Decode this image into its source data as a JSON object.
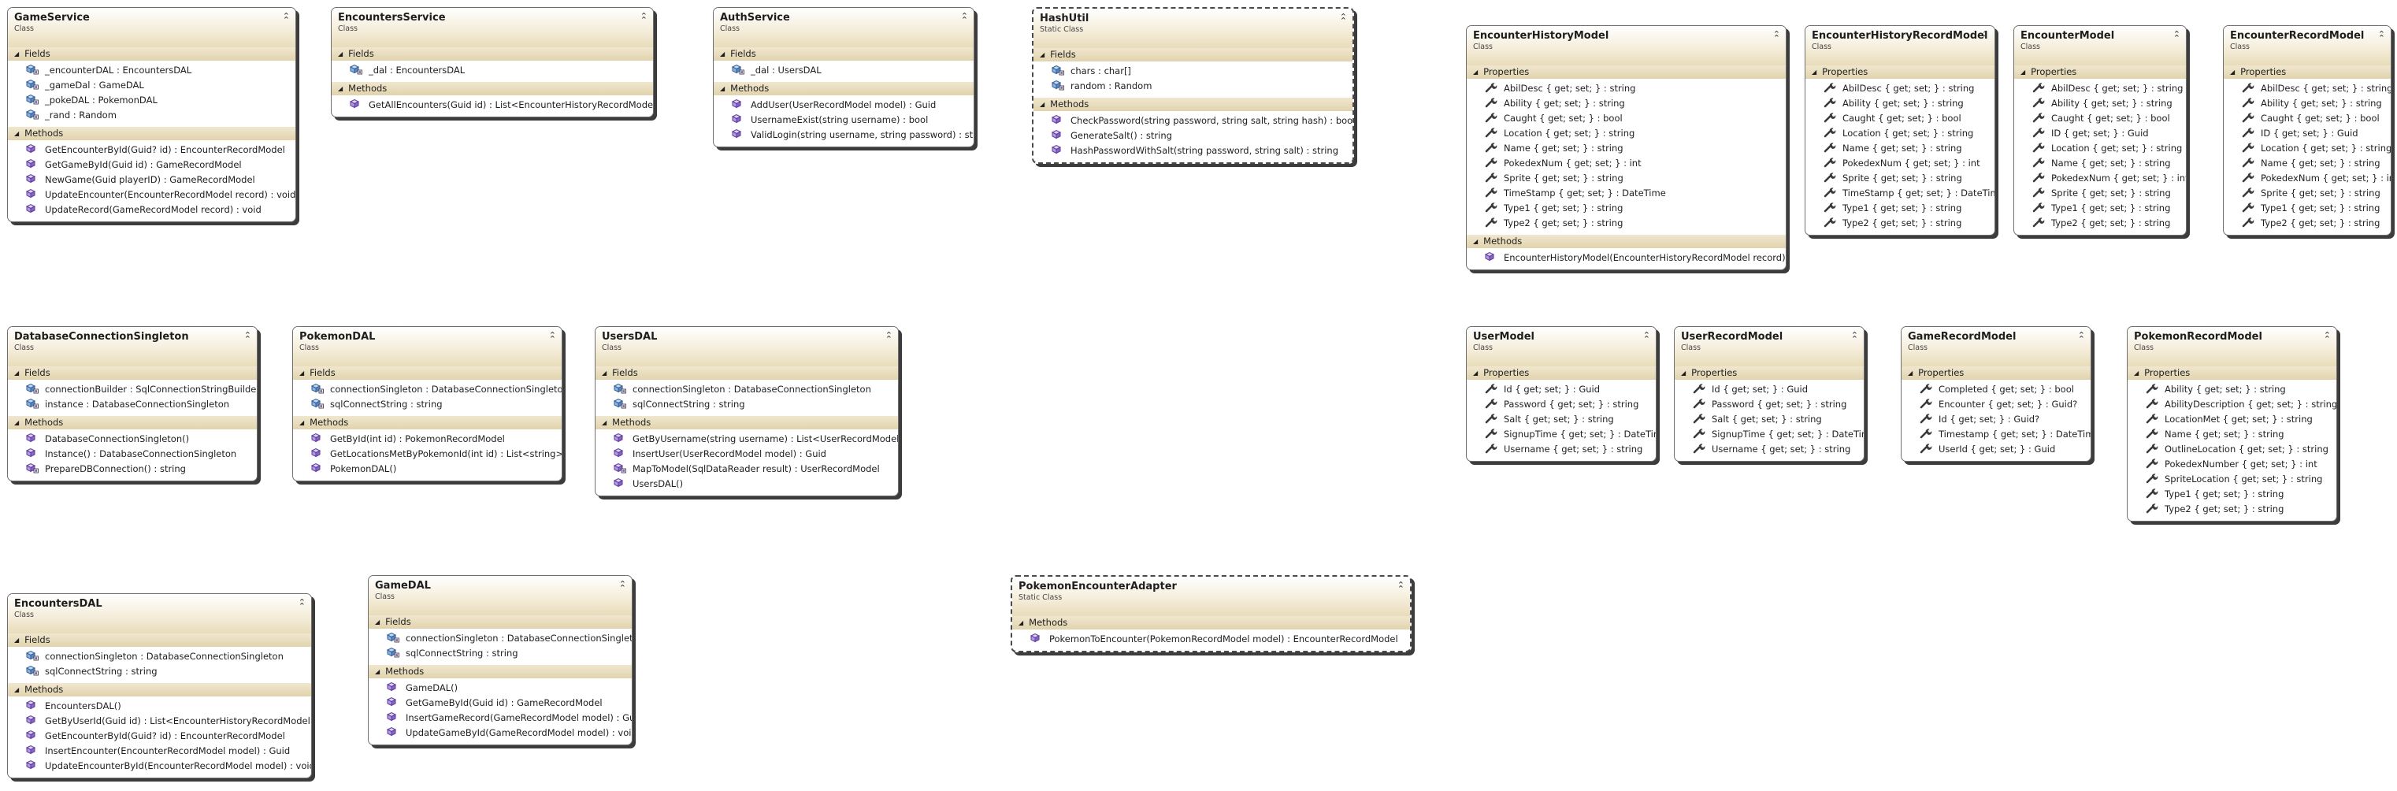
{
  "section_labels": {
    "fields": "Fields",
    "methods": "Methods",
    "properties": "Properties"
  },
  "classes": [
    {
      "name": "GameService",
      "kind": "Class",
      "fields": [
        "_encounterDAL : EncountersDAL",
        "_gameDal : GameDAL",
        "_pokeDAL : PokemonDAL",
        "_rand : Random"
      ],
      "methods": [
        "GetEncounterById(Guid? id) : EncounterRecordModel",
        "GetGameById(Guid id) : GameRecordModel",
        "NewGame(Guid playerID) : GameRecordModel",
        "UpdateEncounter(EncounterRecordModel record) : void",
        "UpdateRecord(GameRecordModel record) : void"
      ]
    },
    {
      "name": "EncountersService",
      "kind": "Class",
      "fields": [
        "_dal : EncountersDAL"
      ],
      "methods": [
        "GetAllEncounters(Guid id) : List<EncounterHistoryRecordModel>"
      ]
    },
    {
      "name": "AuthService",
      "kind": "Class",
      "fields": [
        "_dal : UsersDAL"
      ],
      "methods": [
        "AddUser(UserRecordModel model) : Guid",
        "UsernameExist(string username) : bool",
        "ValidLogin(string username, string password) : string"
      ]
    },
    {
      "name": "HashUtil",
      "kind": "Static Class",
      "fields": [
        "chars : char[]",
        "random : Random"
      ],
      "methods": [
        "CheckPassword(string password, string salt, string hash) : bool",
        "GenerateSalt() : string",
        "HashPasswordWithSalt(string password, string salt) : string"
      ]
    },
    {
      "name": "EncounterHistoryModel",
      "kind": "Class",
      "properties": [
        "AbilDesc { get; set; } : string",
        "Ability { get; set; } : string",
        "Caught { get; set; } : bool",
        "Location { get; set; } : string",
        "Name { get; set; } : string",
        "PokedexNum { get; set; } : int",
        "Sprite { get; set; } : string",
        "TimeStamp { get; set; } : DateTime",
        "Type1 { get; set; } : string",
        "Type2 { get; set; } : string"
      ],
      "methods": [
        "EncounterHistoryModel(EncounterHistoryRecordModel record)"
      ]
    },
    {
      "name": "EncounterHistoryRecordModel",
      "kind": "Class",
      "properties": [
        "AbilDesc { get; set; } : string",
        "Ability { get; set; } : string",
        "Caught { get; set; } : bool",
        "Location { get; set; } : string",
        "Name { get; set; } : string",
        "PokedexNum { get; set; } : int",
        "Sprite { get; set; } : string",
        "TimeStamp { get; set; } : DateTime",
        "Type1 { get; set; } : string",
        "Type2 { get; set; } : string"
      ]
    },
    {
      "name": "EncounterModel",
      "kind": "Class",
      "properties": [
        "AbilDesc { get; set; } : string",
        "Ability { get; set; } : string",
        "Caught { get; set; } : bool",
        "ID { get; set; } : Guid",
        "Location { get; set; } : string",
        "Name { get; set; } : string",
        "PokedexNum { get; set; } : int",
        "Sprite { get; set; } : string",
        "Type1 { get; set; } : string",
        "Type2 { get; set; } : string"
      ]
    },
    {
      "name": "EncounterRecordModel",
      "kind": "Class",
      "properties": [
        "AbilDesc { get; set; } : string",
        "Ability { get; set; } : string",
        "Caught { get; set; } : bool",
        "ID { get; set; } : Guid",
        "Location { get; set; } : string",
        "Name { get; set; } : string",
        "PokedexNum { get; set; } : int",
        "Sprite { get; set; } : string",
        "Type1 { get; set; } : string",
        "Type2 { get; set; } : string"
      ]
    },
    {
      "name": "DatabaseConnectionSingleton",
      "kind": "Class",
      "fields": [
        "connectionBuilder : SqlConnectionStringBuilder",
        "instance : DatabaseConnectionSingleton"
      ],
      "methods": [
        "DatabaseConnectionSingleton()",
        "Instance() : DatabaseConnectionSingleton",
        "PrepareDBConnection() : string"
      ]
    },
    {
      "name": "PokemonDAL",
      "kind": "Class",
      "fields": [
        "connectionSingleton : DatabaseConnectionSingleton",
        "sqlConnectString : string"
      ],
      "methods": [
        "GetById(int id) : PokemonRecordModel",
        "GetLocationsMetByPokemonId(int id) : List<string>",
        "PokemonDAL()"
      ]
    },
    {
      "name": "UsersDAL",
      "kind": "Class",
      "fields": [
        "connectionSingleton : DatabaseConnectionSingleton",
        "sqlConnectString : string"
      ],
      "methods": [
        "GetByUsername(string username) : List<UserRecordModel>",
        "InsertUser(UserRecordModel model) : Guid",
        "MapToModel(SqlDataReader result) : UserRecordModel",
        "UsersDAL()"
      ]
    },
    {
      "name": "UserModel",
      "kind": "Class",
      "properties": [
        "Id { get; set; } : Guid",
        "Password { get; set; } : string",
        "Salt { get; set; } : string",
        "SignupTime { get; set; } : DateTime",
        "Username { get; set; } : string"
      ]
    },
    {
      "name": "UserRecordModel",
      "kind": "Class",
      "properties": [
        "Id { get; set; } : Guid",
        "Password { get; set; } : string",
        "Salt { get; set; } : string",
        "SignupTime { get; set; } : DateTime",
        "Username { get; set; } : string"
      ]
    },
    {
      "name": "GameRecordModel",
      "kind": "Class",
      "properties": [
        "Completed { get; set; } : bool",
        "Encounter { get; set; } : Guid?",
        "Id { get; set; } : Guid?",
        "Timestamp { get; set; } : DateTime",
        "UserId { get; set; } : Guid"
      ]
    },
    {
      "name": "PokemonRecordModel",
      "kind": "Class",
      "properties": [
        "Ability { get; set; } : string",
        "AbilityDescription { get; set; } : string",
        "LocationMet { get; set; } : string",
        "Name { get; set; } : string",
        "OutlineLocation { get; set; } : string",
        "PokedexNumber { get; set; } : int",
        "SpriteLocation { get; set; } : string",
        "Type1 { get; set; } : string",
        "Type2 { get; set; } : string"
      ]
    },
    {
      "name": "EncountersDAL",
      "kind": "Class",
      "fields": [
        "connectionSingleton : DatabaseConnectionSingleton",
        "sqlConnectString : string"
      ],
      "methods": [
        "EncountersDAL()",
        "GetByUserId(Guid id) : List<EncounterHistoryRecordModel>",
        "GetEncounterById(Guid? id) : EncounterRecordModel",
        "InsertEncounter(EncounterRecordModel model) : Guid",
        "UpdateEncounterById(EncounterRecordModel model) : void"
      ]
    },
    {
      "name": "GameDAL",
      "kind": "Class",
      "fields": [
        "connectionSingleton : DatabaseConnectionSingleton",
        "sqlConnectString : string"
      ],
      "methods": [
        "GameDAL()",
        "GetGameById(Guid id) : GameRecordModel",
        "InsertGameRecord(GameRecordModel model) : Guid",
        "UpdateGameById(GameRecordModel model) : void"
      ]
    },
    {
      "name": "PokemonEncounterAdapter",
      "kind": "Static Class",
      "methods": [
        "PokemonToEncounter(PokemonRecordModel model) : EncounterRecordModel"
      ]
    }
  ]
}
